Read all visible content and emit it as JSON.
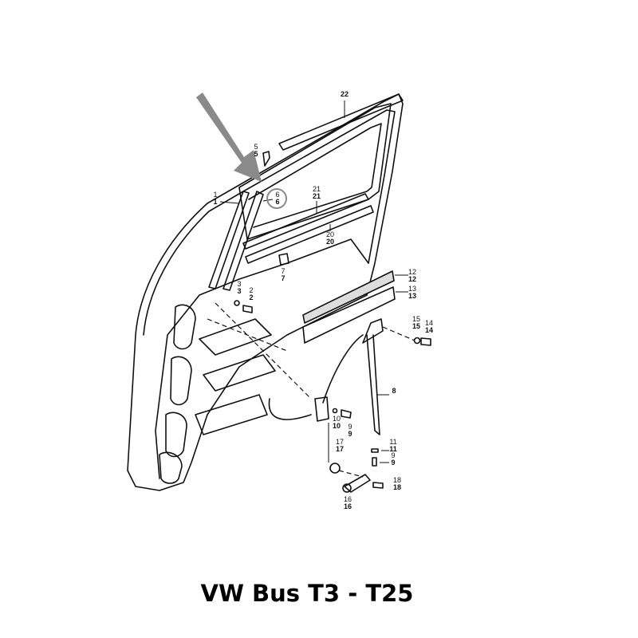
{
  "title": "VW Bus T3 - T25",
  "callouts": {
    "p1": "1",
    "p2": "2",
    "p3": "3",
    "p5": "5",
    "p6": "6",
    "p7": "7",
    "p8": "8",
    "p9a": "9",
    "p9b": "9",
    "p10": "10",
    "p11": "11",
    "p12": "12",
    "p13": "13",
    "p14": "14",
    "p15": "15",
    "p16": "16",
    "p17": "17",
    "p18": "18",
    "p20": "20",
    "p21": "21",
    "p22": "22"
  },
  "highlight": {
    "part": "6",
    "arrow_color": "#8a8a8a",
    "circle_color": "#8a8a8a"
  }
}
